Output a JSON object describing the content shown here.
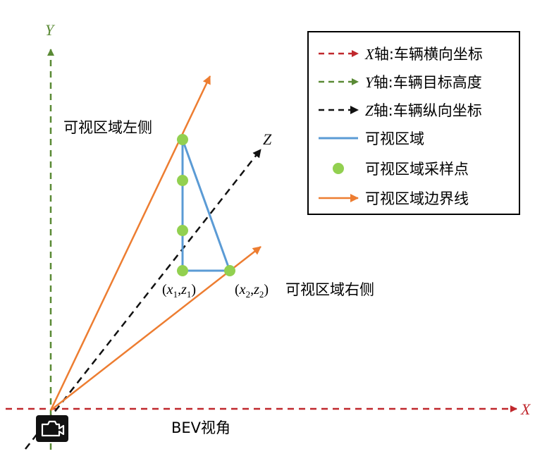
{
  "axes": {
    "x_label": "X",
    "y_label": "Y",
    "z_label": "Z"
  },
  "labels": {
    "left_side": "可视区域左侧",
    "right_side": "可视区域右侧",
    "view": "BEV视角",
    "p1_x": "x",
    "p1_xsub": "1",
    "p1_z": "z",
    "p1_zsub": "1",
    "p2_x": "x",
    "p2_xsub": "2",
    "p2_z": "z",
    "p2_zsub": "2"
  },
  "legend": {
    "x_axis_var": "X",
    "x_axis_text": "轴:车辆横向坐标",
    "y_axis_var": "Y",
    "y_axis_text": "轴:车辆目标高度",
    "z_axis_var": "Z",
    "z_axis_text": "轴:车辆纵向坐标",
    "region": "可视区域",
    "samples": "可视区域采样点",
    "boundary": "可视区域边界线"
  },
  "colors": {
    "x_axis": "#c0282d",
    "y_axis": "#5a8a35",
    "z_axis": "#111111",
    "region": "#5b9bd5",
    "samples": "#92d050",
    "boundary": "#ed7d31"
  },
  "icons": {
    "camera": "camera-icon"
  }
}
